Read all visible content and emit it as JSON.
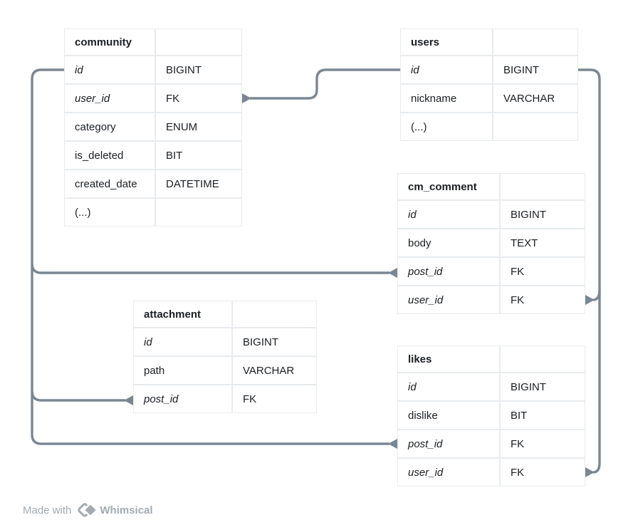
{
  "canvas": {
    "background": "#ffffff"
  },
  "colors": {
    "connector": "#7a8793",
    "table_border": "#e8ebee",
    "text": "#1a1e23",
    "footer_text": "#a3aab1"
  },
  "tables": [
    {
      "name": "community",
      "rows": [
        {
          "field": "id",
          "type": "BIGINT",
          "key": true
        },
        {
          "field": "user_id",
          "type": "FK",
          "key": true
        },
        {
          "field": "category",
          "type": "ENUM",
          "key": false
        },
        {
          "field": "is_deleted",
          "type": "BIT",
          "key": false
        },
        {
          "field": "created_date",
          "type": "DATETIME",
          "key": false
        },
        {
          "field": "(...)",
          "type": "",
          "key": false
        }
      ]
    },
    {
      "name": "users",
      "rows": [
        {
          "field": "id",
          "type": "BIGINT",
          "key": true
        },
        {
          "field": "nickname",
          "type": "VARCHAR",
          "key": false
        },
        {
          "field": "(...)",
          "type": "",
          "key": false
        }
      ]
    },
    {
      "name": "cm_comment",
      "rows": [
        {
          "field": "id",
          "type": "BIGINT",
          "key": true
        },
        {
          "field": "body",
          "type": "TEXT",
          "key": false
        },
        {
          "field": "post_id",
          "type": "FK",
          "key": true
        },
        {
          "field": "user_id",
          "type": "FK",
          "key": true
        }
      ]
    },
    {
      "name": "attachment",
      "rows": [
        {
          "field": "id",
          "type": "BIGINT",
          "key": true
        },
        {
          "field": "path",
          "type": "VARCHAR",
          "key": false
        },
        {
          "field": "post_id",
          "type": "FK",
          "key": true
        }
      ]
    },
    {
      "name": "likes",
      "rows": [
        {
          "field": "id",
          "type": "BIGINT",
          "key": true
        },
        {
          "field": "dislike",
          "type": "BIT",
          "key": false
        },
        {
          "field": "post_id",
          "type": "FK",
          "key": true
        },
        {
          "field": "user_id",
          "type": "FK",
          "key": true
        }
      ]
    }
  ],
  "relationships": [
    {
      "from": "community.user_id",
      "to": "users.id"
    },
    {
      "from": "cm_comment.post_id",
      "to": "community.id"
    },
    {
      "from": "cm_comment.user_id",
      "to": "users.id"
    },
    {
      "from": "attachment.post_id",
      "to": "community.id"
    },
    {
      "from": "likes.post_id",
      "to": "community.id"
    },
    {
      "from": "likes.user_id",
      "to": "users.id"
    }
  ],
  "footer": {
    "made_with": "Made with",
    "brand": "Whimsical"
  }
}
